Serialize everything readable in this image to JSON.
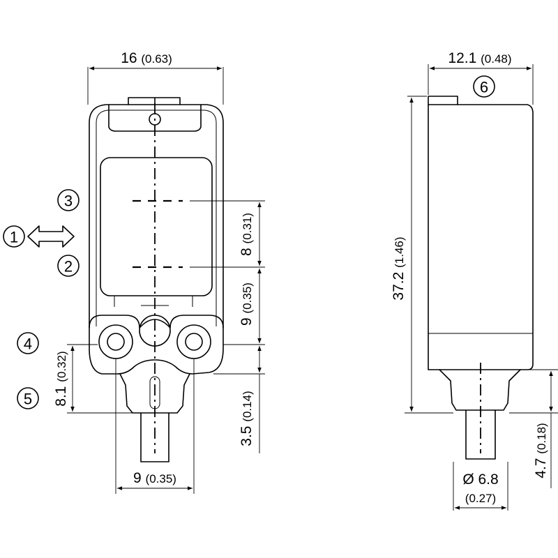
{
  "dimensions": {
    "width_front": {
      "mm": "16",
      "inch": "(0.63)"
    },
    "width_side": {
      "mm": "12.1",
      "inch": "(0.48)"
    },
    "height_total": {
      "mm": "37.2",
      "inch": "(1.46)"
    },
    "axis_spacing": {
      "mm": "8",
      "inch": "(0.31)"
    },
    "lens_to_connector": {
      "mm": "9",
      "inch": "(0.35)"
    },
    "connector_height": {
      "mm": "3.5",
      "inch": "(0.14)"
    },
    "mount_to_base": {
      "mm": "8.1",
      "inch": "(0.32)"
    },
    "mount_width": {
      "mm": "9",
      "inch": "(0.35)"
    },
    "connector_depth": {
      "mm": "4.7",
      "inch": "(0.18)"
    },
    "cable_diameter": {
      "mm": "Ø 6.8",
      "inch": "(0.27)"
    }
  },
  "callouts": [
    "1",
    "2",
    "3",
    "4",
    "5",
    "6"
  ],
  "colors": {
    "line": "#000000",
    "background": "#ffffff"
  }
}
